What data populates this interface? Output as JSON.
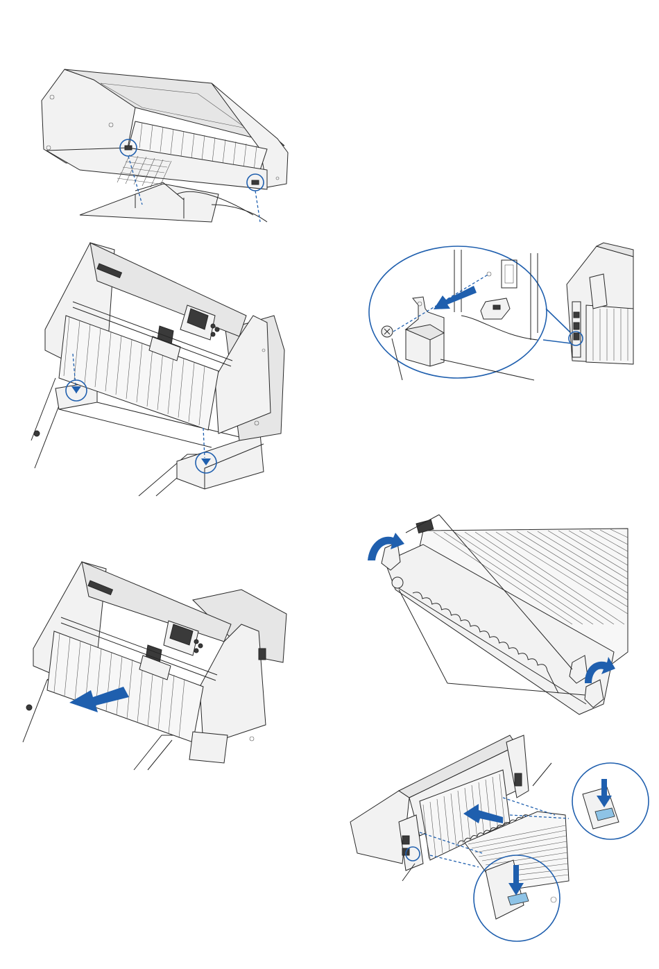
{
  "colors": {
    "accent": "#1f5fae",
    "tab": "#8ec3e6",
    "line": "#262626"
  },
  "panels": [
    {
      "id": "step-1",
      "icon": "plotter-rear-stand-mount-illustration"
    },
    {
      "id": "step-2",
      "icon": "plotter-front-stand-mount-illustration"
    },
    {
      "id": "step-3",
      "icon": "plotter-slide-forward-illustration"
    },
    {
      "id": "step-4",
      "icon": "bracket-screw-removal-illustration"
    },
    {
      "id": "step-5",
      "icon": "basket-hook-rotate-illustration"
    },
    {
      "id": "step-6",
      "icon": "basket-insert-illustration"
    }
  ]
}
